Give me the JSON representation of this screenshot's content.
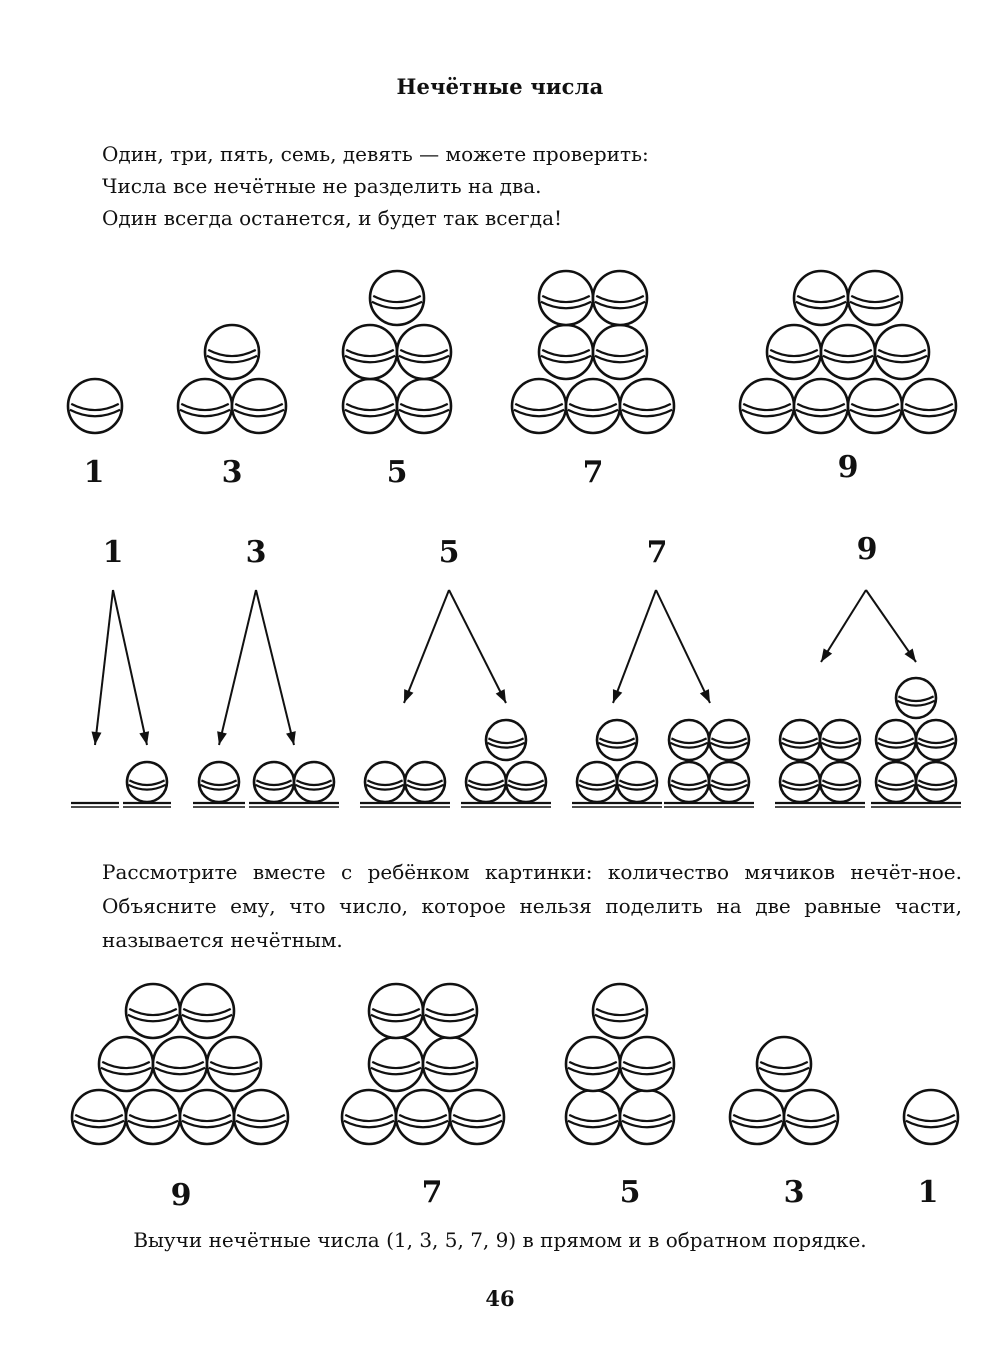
{
  "page": {
    "title": "Нечётные числа",
    "poem": [
      "Один, три, пять, семь, девять — можете проверить:",
      "Числа все нечётные не разделить на два.",
      "Один всегда останется, и будет так всегда!"
    ],
    "explanation": "Рассмотрите вместе с ребёнком картинки: количество мячиков нечёт-ное. Объясните ему, что число, которое нельзя поделить на две равные части, называется нечётным.",
    "task": "Выучи нечётные числа (1, 3, 5, 7, 9) в прямом и в обратном порядке.",
    "page_number": "46"
  },
  "pyramids_top": {
    "numbers": [
      "1",
      "3",
      "5",
      "7",
      "9"
    ],
    "ball_counts": [
      1,
      3,
      5,
      7,
      9
    ]
  },
  "splits": {
    "numbers": [
      "1",
      "3",
      "5",
      "7",
      "9"
    ],
    "left_counts": [
      0,
      1,
      2,
      3,
      4
    ],
    "right_counts": [
      1,
      2,
      3,
      4,
      5
    ]
  },
  "pyramids_bottom": {
    "numbers": [
      "9",
      "7",
      "5",
      "3",
      "1"
    ],
    "ball_counts": [
      9,
      7,
      5,
      3,
      1
    ]
  },
  "colors": {
    "ink": "#111111",
    "paper": "#ffffff"
  },
  "icons": {
    "ball": "ball-icon",
    "arrow": "arrow-icon"
  }
}
